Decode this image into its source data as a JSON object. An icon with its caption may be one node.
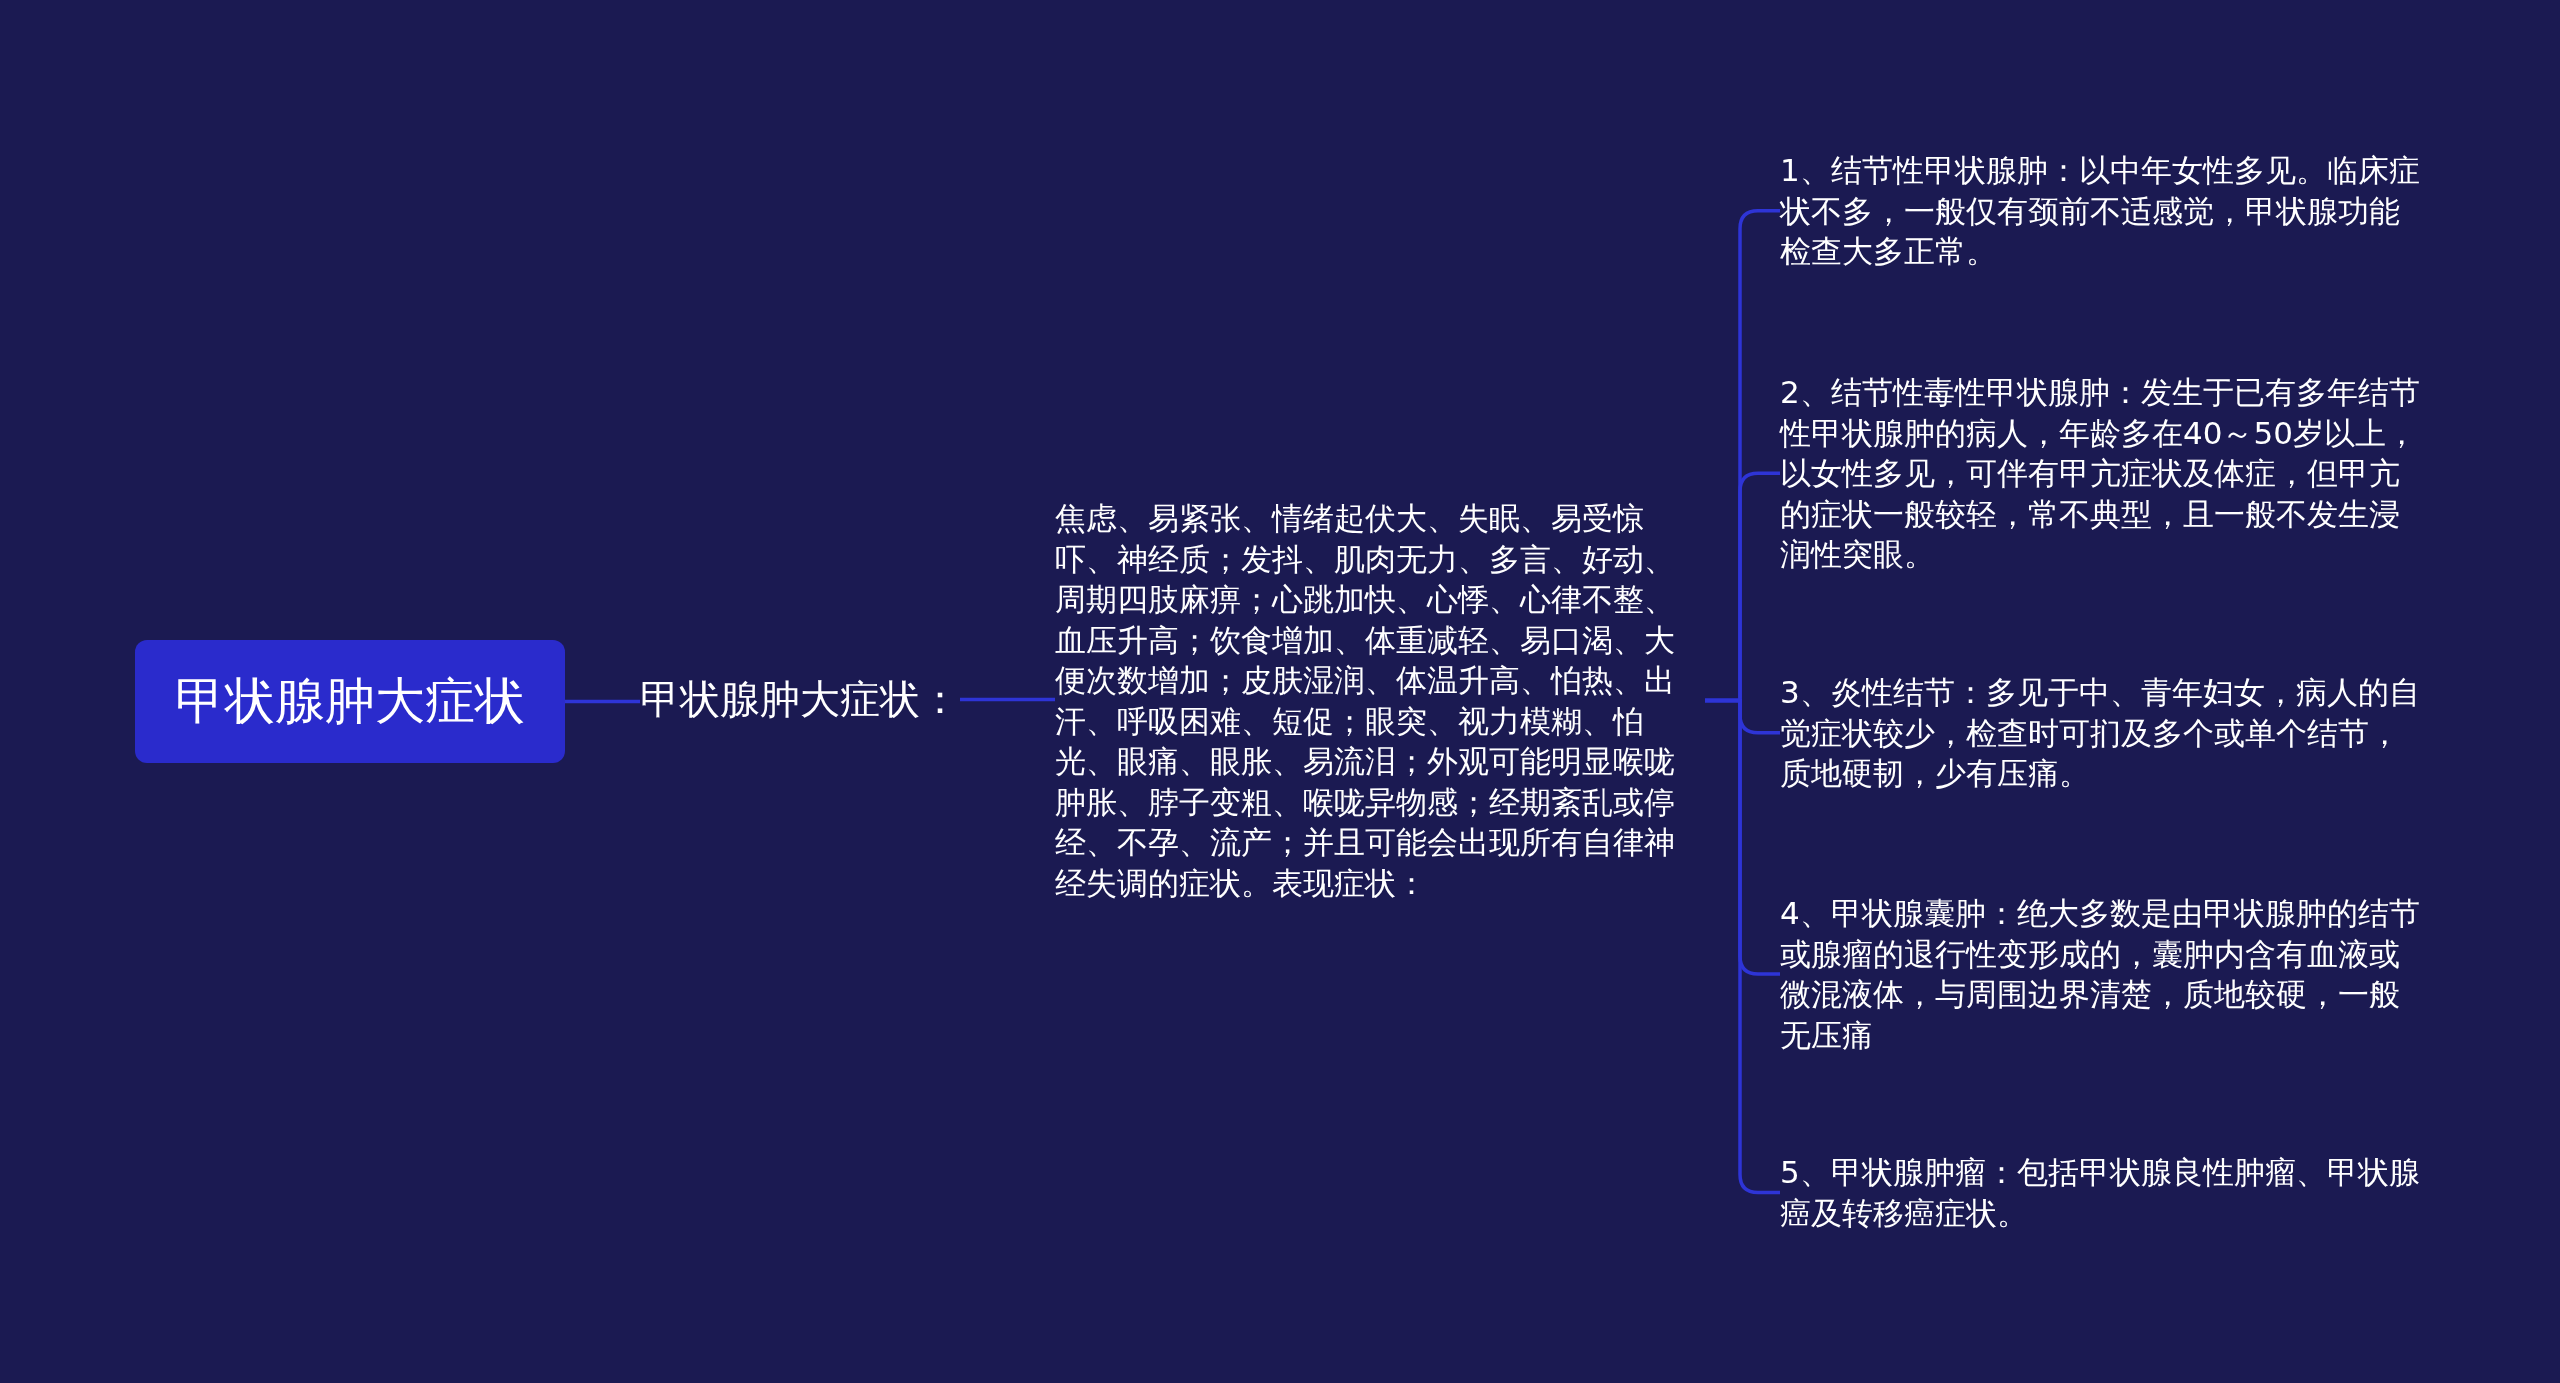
{
  "diagram": {
    "nodes": [
      {
        "text": [
          "甲状腺肿大症状"
        ]
      },
      {
        "text": [
          "甲状腺肿大症状："
        ]
      },
      {
        "text": [
          "焦虑、易紧张、情绪起伏大、失眠、易受惊吓、神经质；发抖、肌肉无力、多言、好动、周期四肢麻痹；心跳加快、心悸、心律不整、血压升高；饮食增加、体重减轻、易口渴、大便次数增加；皮肤湿润、体温升高、怕热、出汗、呼吸困难、短促；眼突、视力模糊、怕光、眼痛、眼胀、易流泪；外观可能明显喉咙肿胀、脖子变粗、喉咙异物感；经期紊乱或停经、不孕、流产；并且可能会出现所有自律神经失调的症状。表现症状："
        ]
      },
      {
        "text": [
          "1、结节性甲状腺肿：以中年女性多见。临床症状不多，一般仅有颈前不适感觉，甲状腺功能检查大多正常。"
        ]
      },
      {
        "text": [
          "2、结节性毒性甲状腺肿：发生于已有多年结节性甲状腺肿的病人，年龄多在40～50岁以上，以女性多见，可伴有甲亢症状及体症，但甲亢的症状一般较轻，常不典型，且一般不发生浸润性突眼。"
        ]
      },
      {
        "text": [
          "3、炎性结节：多见于中、青年妇女，病人的自觉症状较少，检查时可扪及多个或单个结节，质地硬韧，少有压痛。"
        ]
      },
      {
        "text": [
          "4、甲状腺囊肿：绝大多数是由甲状腺肿的结节或腺瘤的退行性变形成的，囊肿内含有血液或微混液体，与周围边界清楚，质地较硬，一般无压痛"
        ]
      },
      {
        "text": [
          "5、甲状腺肿瘤：包括甲状腺良性肿瘤、甲状腺癌及转移癌症状。"
        ]
      }
    ],
    "edges": [
      {
        "from": 0,
        "to": 1,
        "arrow": "none"
      },
      {
        "from": 1,
        "to": 2,
        "arrow": "none"
      },
      {
        "from": 2,
        "to": 3,
        "arrow": "none"
      },
      {
        "from": 2,
        "to": 4,
        "arrow": "none"
      },
      {
        "from": 2,
        "to": 5,
        "arrow": "none"
      },
      {
        "from": 2,
        "to": 6,
        "arrow": "none"
      },
      {
        "from": 2,
        "to": 7,
        "arrow": "none"
      }
    ]
  }
}
